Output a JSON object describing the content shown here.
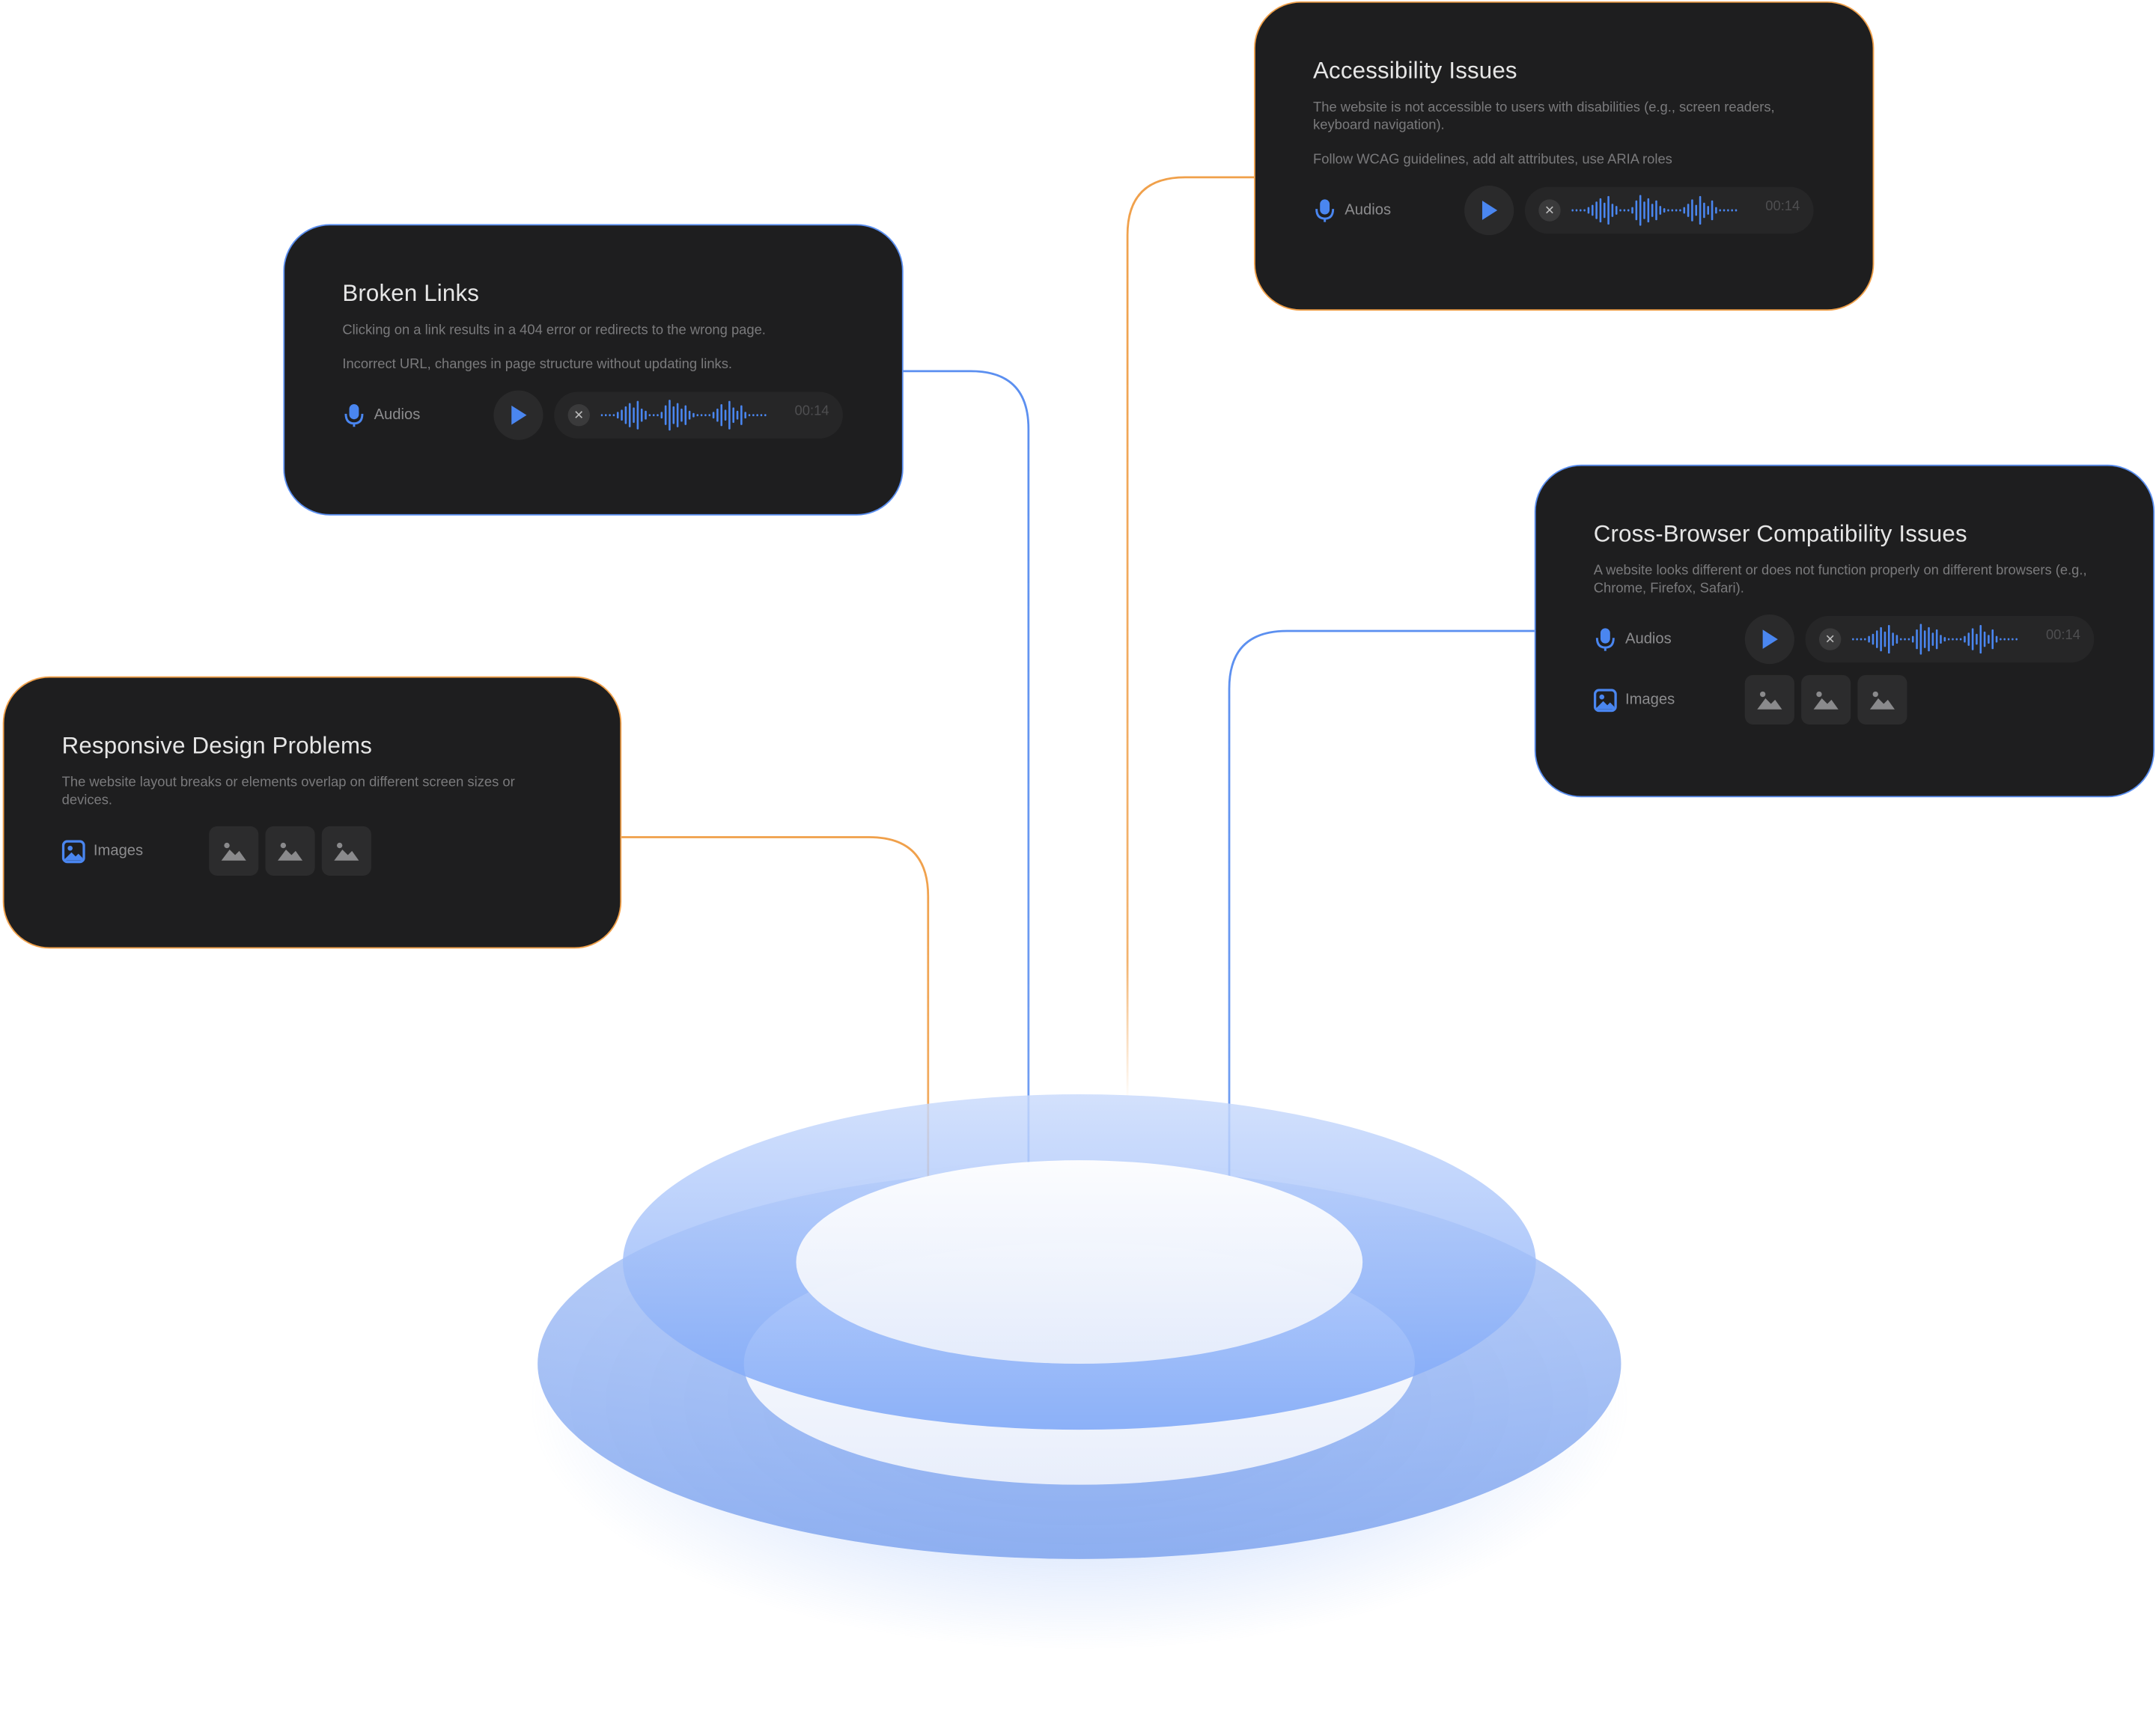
{
  "cards": {
    "broken_links": {
      "title": "Broken Links",
      "desc1": "Clicking on a link results in a 404 error or redirects to the wrong page.",
      "desc2": "Incorrect URL, changes in page structure without updating links.",
      "audio_label": "Audios",
      "audio_time": "00:14"
    },
    "accessibility": {
      "title": "Accessibility Issues",
      "desc1": "The website is not accessible to users with disabilities (e.g., screen readers, keyboard navigation).",
      "desc2": "Follow WCAG guidelines, add alt attributes, use ARIA roles",
      "audio_label": "Audios",
      "audio_time": "00:14"
    },
    "cross_browser": {
      "title": "Cross-Browser Compatibility Issues",
      "desc1": "A website looks different or does not function properly on different browsers (e.g., Chrome, Firefox, Safari).",
      "audio_label": "Audios",
      "audio_time": "00:14",
      "images_label": "Images"
    },
    "responsive": {
      "title": "Responsive Design Problems",
      "desc1": "The website layout breaks or elements overlap on different screen sizes or devices.",
      "images_label": "Images"
    }
  },
  "icons": {
    "audio": "microphone-icon",
    "images": "image-icon",
    "play": "play-icon",
    "close": "close-icon",
    "thumbnail": "image-placeholder-icon"
  },
  "colors": {
    "card_bg": "#1e1e1f",
    "accent_blue": "#4a86f0",
    "accent_orange": "#f0a04a",
    "platform_blue": "#8fb4f8"
  }
}
